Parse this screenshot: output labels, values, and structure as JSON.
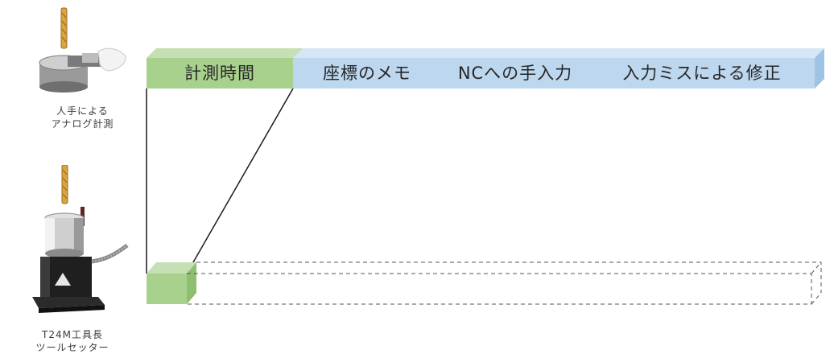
{
  "methods": {
    "analog": {
      "caption_lines": [
        "人手による",
        "アナログ計測"
      ]
    },
    "setter": {
      "caption_lines": [
        "T24M工具長",
        "ツールセッター"
      ]
    }
  },
  "process_bar": {
    "segments": [
      {
        "label": "計測時間",
        "role": "measurement"
      },
      {
        "label": "座標のメモ",
        "role": "manual-step"
      },
      {
        "label": "NCへの手入力",
        "role": "manual-step"
      },
      {
        "label": "入力ミスによる修正",
        "role": "manual-step"
      }
    ]
  },
  "colors": {
    "measurement_front": "#a9d18e",
    "measurement_top": "#c5e0b4",
    "measurement_side": "#8fbf6e",
    "manual_front": "#bdd7ee",
    "manual_top": "#d6e6f5",
    "manual_side": "#9fc3e4",
    "drill_gold": "#d9a441",
    "setter_body": "#1f1f1f",
    "line": "#1a1a1a"
  }
}
